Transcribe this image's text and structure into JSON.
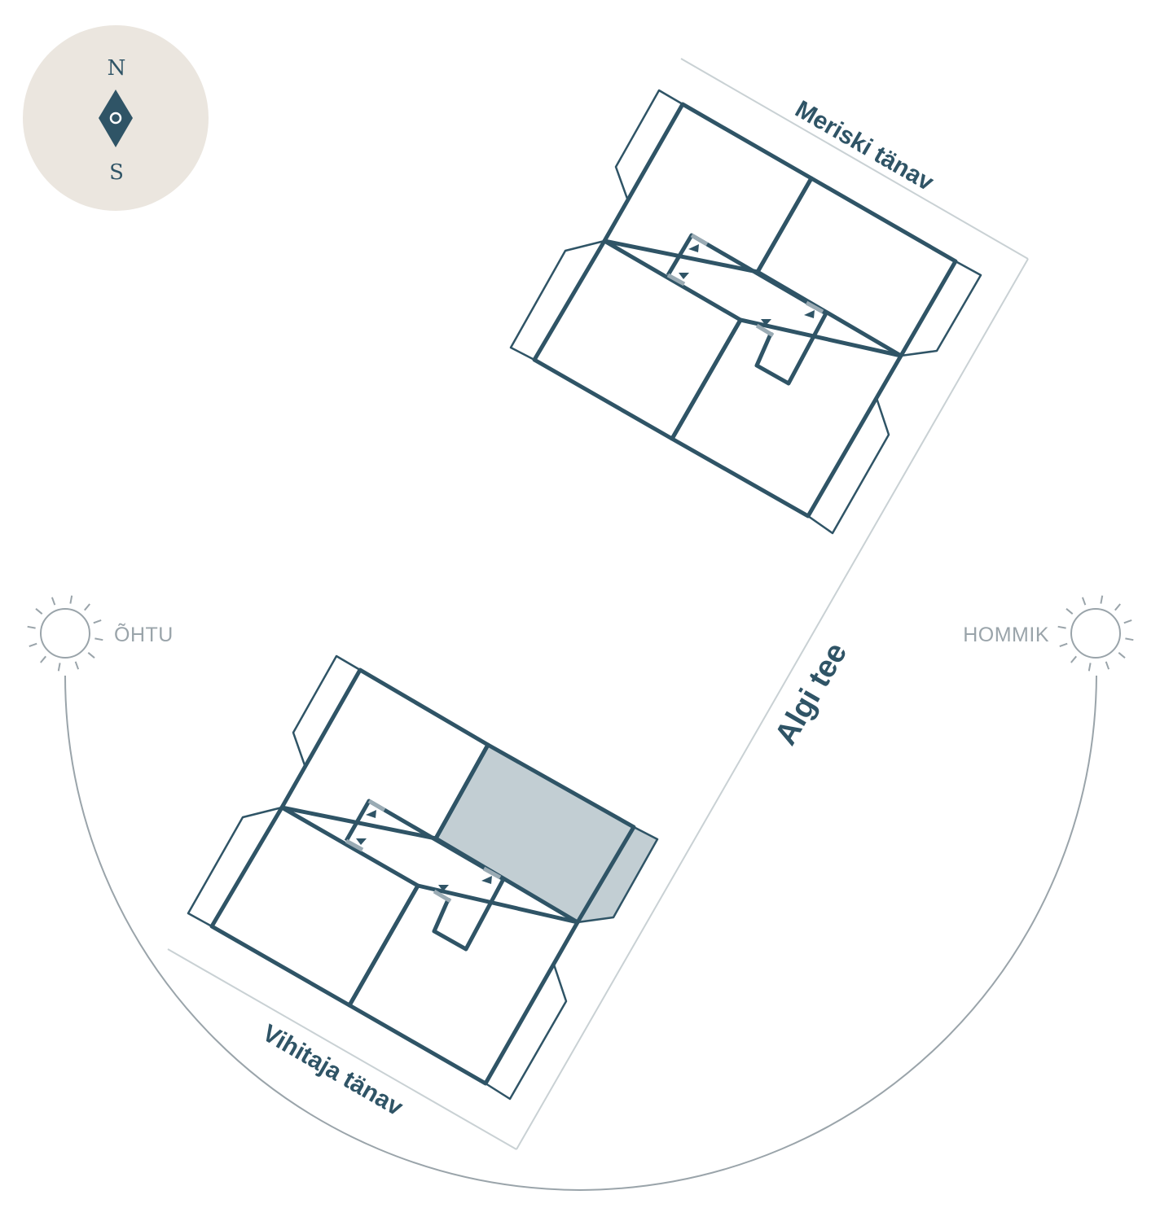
{
  "compass": {
    "north": "N",
    "south": "S",
    "background": "#ebe6df",
    "needle_color": "#2f5466"
  },
  "streets": {
    "top": "Meriski tänav",
    "right": "Algi tee",
    "bottom": "Vihitaja tänav"
  },
  "sun": {
    "evening_label": "ÕHTU",
    "morning_label": "HOMMIK"
  },
  "buildings": [
    {
      "name": "building-north",
      "highlighted_unit": null
    },
    {
      "name": "building-south",
      "highlighted_unit": "east"
    }
  ],
  "colors": {
    "wall": "#2f5466",
    "highlight": "#c2ced3",
    "road": "#c9d1d4",
    "sun": "#9aa4aa"
  }
}
